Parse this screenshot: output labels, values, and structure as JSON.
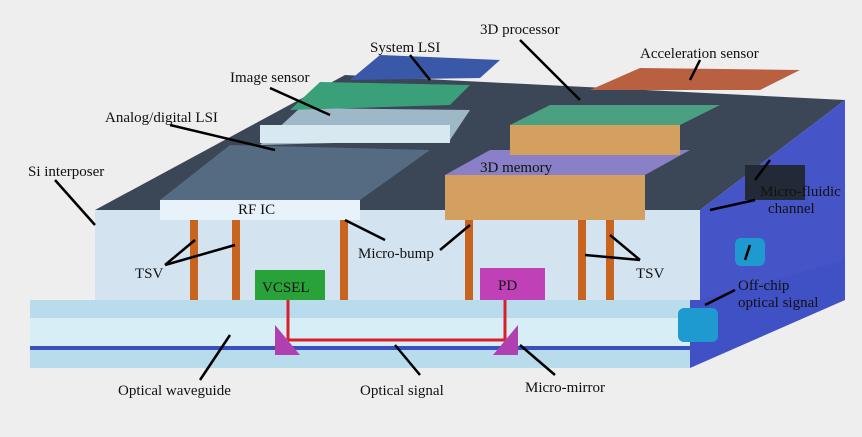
{
  "labels": {
    "system_lsi": "System LSI",
    "processor_3d": "3D processor",
    "acceleration_sensor": "Acceleration sensor",
    "image_sensor": "Image sensor",
    "analog_digital_lsi": "Analog/digital LSI",
    "si_interposer": "Si interposer",
    "memory_3d": "3D memory",
    "rf_ic": "RF IC",
    "micro_fluidic_1": "Micro-fluidic",
    "micro_fluidic_2": "channel",
    "tsv_left": "TSV",
    "micro_bump": "Micro-bump",
    "tsv_right": "TSV",
    "off_chip_1": "Off-chip",
    "off_chip_2": "optical signal",
    "vcsel": "VCSEL",
    "pd": "PD",
    "optical_waveguide": "Optical waveguide",
    "optical_signal": "Optical signal",
    "micro_mirror": "Micro-mirror"
  },
  "colors": {
    "interposer_top": "#3b4656",
    "interposer_front": "#d3e3ef",
    "side": "#3f51c4",
    "tsv": "#c8641e",
    "vcsel": "#2aa23a",
    "pd": "#c040b8",
    "signal": "#d8202a"
  }
}
